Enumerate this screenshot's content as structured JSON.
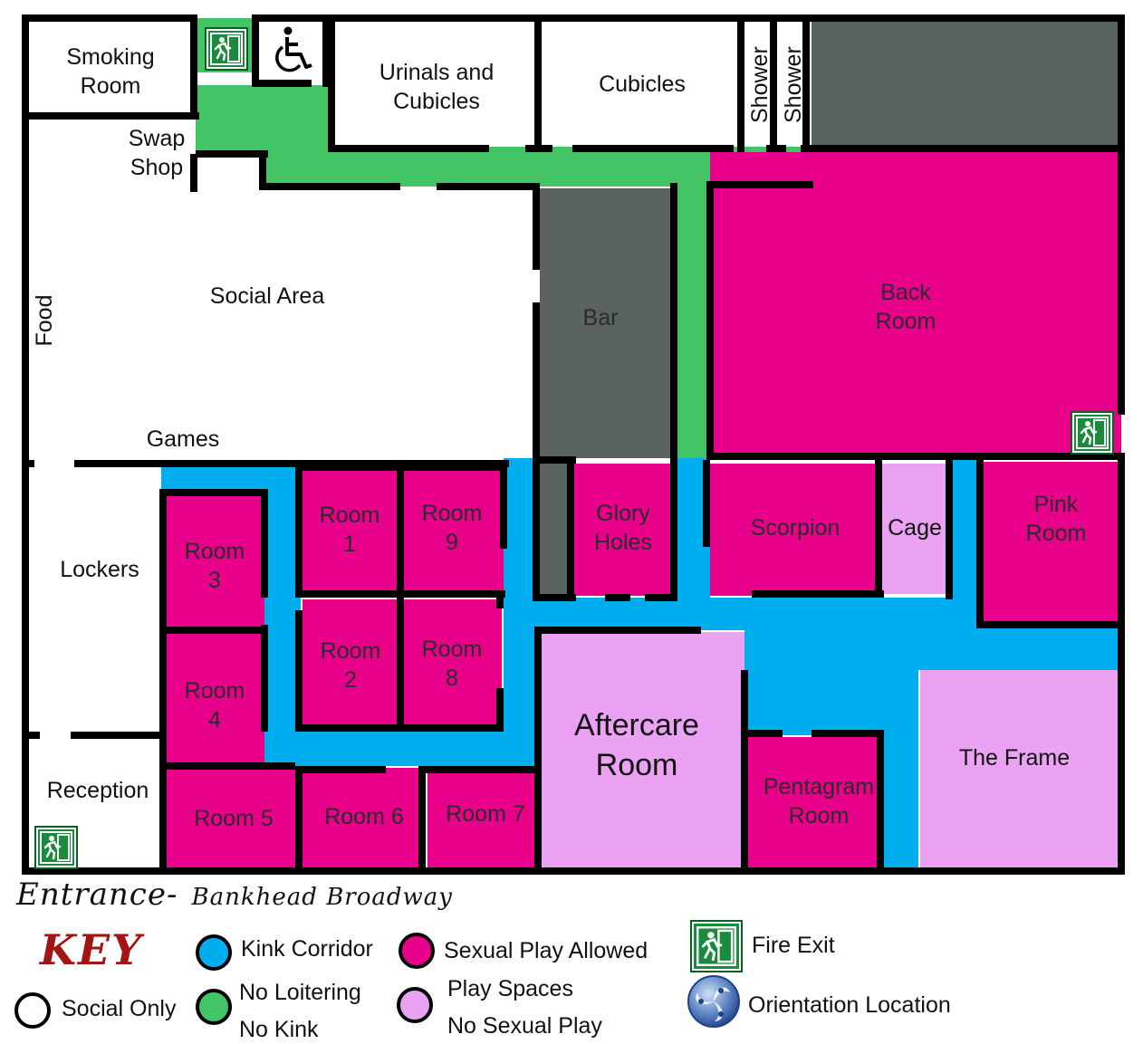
{
  "colors": {
    "wall": "#000000",
    "social": "#ffffff",
    "kink_corridor": "#00adef",
    "no_loitering": "#43c465",
    "sexual_play": "#e8008b",
    "play_space": "#eba2f3",
    "service": "#5b6262",
    "exit_green": "#1a8a3c",
    "key_title": "#a31515"
  },
  "icons": {
    "fire_exit": "running-man-exit-icon",
    "accessible": "wheelchair-icon",
    "orientation": "triskelion-icon"
  },
  "rooms": {
    "smoking_room": "Smoking\nRoom",
    "urinals": "Urinals and\nCubicles",
    "cubicles": "Cubicles",
    "shower_1": "Shower",
    "shower_2": "Shower",
    "swap_shop": "Swap\nShop",
    "social_area": "Social Area",
    "food": "Food",
    "games": "Games",
    "bar": "Bar",
    "back_room": "Back\nRoom",
    "lockers": "Lockers",
    "reception": "Reception",
    "room_1": "Room\n1",
    "room_2": "Room\n2",
    "room_3": "Room\n3",
    "room_4": "Room\n4",
    "room_5": "Room 5",
    "room_6": "Room 6",
    "room_7": "Room 7",
    "room_8": "Room\n8",
    "room_9": "Room\n9",
    "glory_holes": "Glory\nHoles",
    "scorpion": "Scorpion",
    "cage": "Cage",
    "pink_room": "Pink\nRoom",
    "aftercare_room": "Aftercare\nRoom",
    "pentagram_room": "Pentagram\nRoom",
    "the_frame": "The Frame"
  },
  "entrance": {
    "label": "Entrance-",
    "street": "Bankhead Broadway"
  },
  "key": {
    "title": "KEY",
    "kink_corridor": "Kink Corridor",
    "sexual_play_allowed": "Sexual Play Allowed",
    "fire_exit": "Fire Exit",
    "social_only": "Social Only",
    "no_loitering": "No Loitering",
    "no_kink": "No Kink",
    "play_spaces": "Play Spaces",
    "no_sexual_play": "No Sexual Play",
    "orientation_location": "Orientation Location"
  }
}
